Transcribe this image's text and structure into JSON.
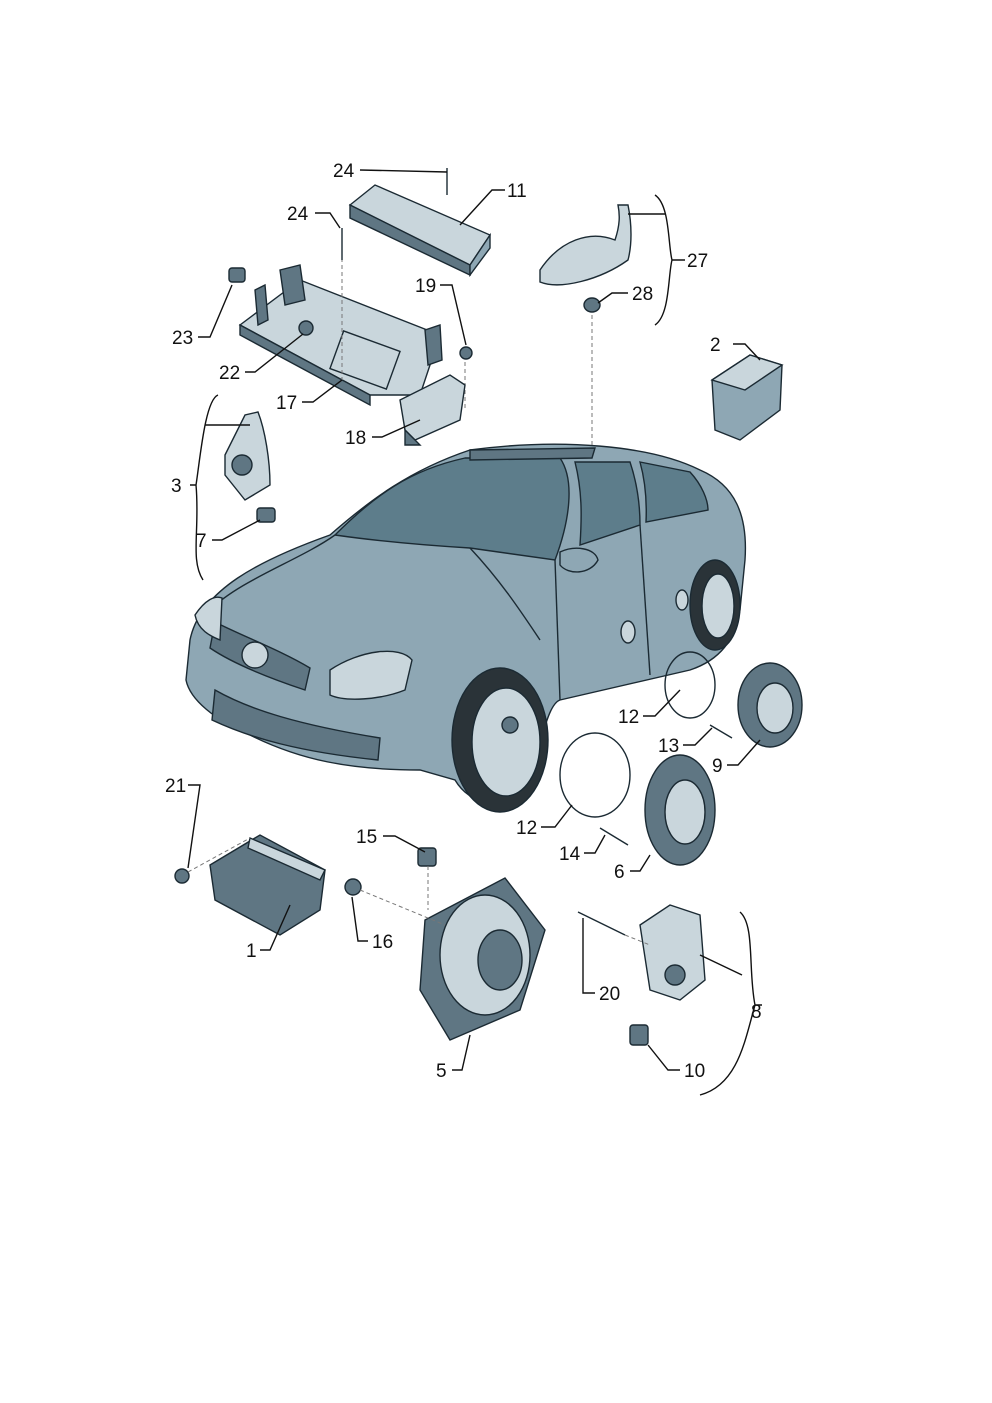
{
  "diagram": {
    "callouts": [
      "1",
      "2",
      "3",
      "5",
      "6",
      "7",
      "8",
      "9",
      "10",
      "11",
      "12",
      "13",
      "14",
      "14",
      "15",
      "16",
      "17",
      "18",
      "19",
      "20",
      "21",
      "22",
      "23",
      "24",
      "24",
      "27",
      "28"
    ]
  }
}
